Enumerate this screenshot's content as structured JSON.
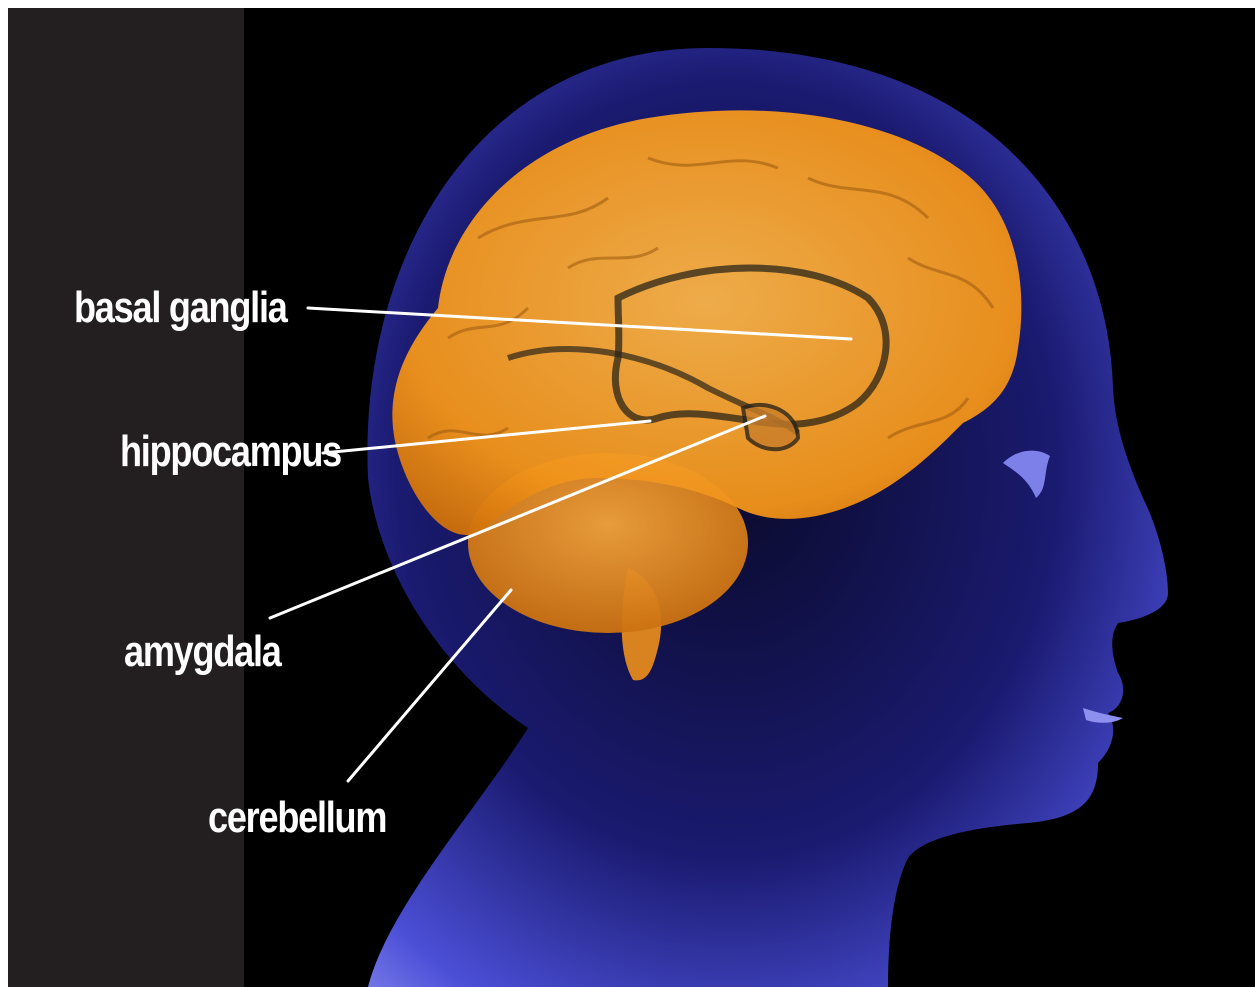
{
  "labels": {
    "basal_ganglia": "basal ganglia",
    "hippocampus": "hippocampus",
    "amygdala": "amygdala",
    "cerebellum": "cerebellum"
  },
  "colors": {
    "background": "#000000",
    "side_panel": "#231f20",
    "head": "#4b4fd6",
    "brain": "#f39a1e",
    "label_text": "#ffffff",
    "leader_line": "#ffffff"
  }
}
